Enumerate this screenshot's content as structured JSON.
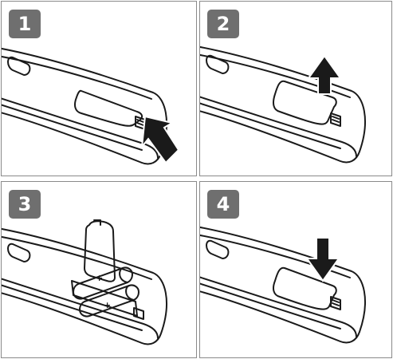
{
  "steps": [
    {
      "number": "1",
      "action": "slide-cover-open",
      "arrow": "arrow-diagonal-icon"
    },
    {
      "number": "2",
      "action": "lift-cover",
      "arrow": "arrow-up-icon"
    },
    {
      "number": "3",
      "action": "insert-batteries",
      "arrow": ""
    },
    {
      "number": "4",
      "action": "close-cover",
      "arrow": "arrow-down-icon"
    }
  ],
  "colors": {
    "line": "#1a1a1a",
    "badge": "#6f6f6f",
    "badge_text": "#ffffff",
    "border": "#8a8a8a"
  }
}
